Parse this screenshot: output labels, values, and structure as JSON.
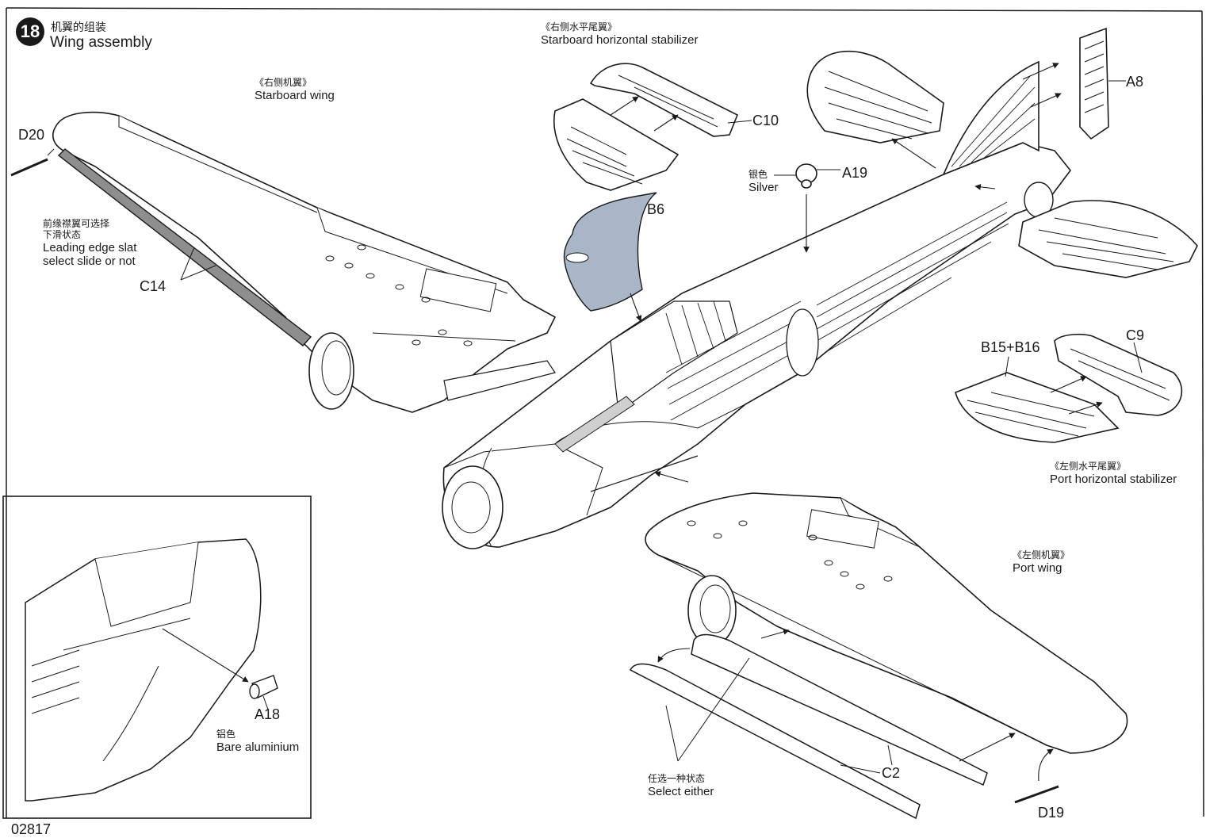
{
  "step": {
    "number": "18",
    "title_cn": "机翼的组装",
    "title_en": "Wing assembly"
  },
  "labels": {
    "starboard_stab": {
      "cn": "《右侧水平尾翼》",
      "en": "Starboard horizontal stabilizer"
    },
    "starboard_wing": {
      "cn": "《右侧机翼》",
      "en": "Starboard wing"
    },
    "leading_edge": {
      "cn1": "前缘襟翼可选择",
      "cn2": "下滑状态",
      "en1": "Leading edge slat",
      "en2": "select slide or not"
    },
    "silver": {
      "cn": "银色",
      "en": "Silver"
    },
    "port_stab": {
      "cn": "《左侧水平尾翼》",
      "en": "Port horizontal stabilizer"
    },
    "port_wing": {
      "cn": "《左侧机翼》",
      "en": "Port wing"
    },
    "bare_aluminium": {
      "cn": "铝色",
      "en": "Bare aluminium"
    },
    "select_either": {
      "cn": "任选一种状态",
      "en": "Select either"
    }
  },
  "parts": {
    "D20": "D20",
    "C14": "C14",
    "C10": "C10",
    "A8": "A8",
    "A19": "A19",
    "B6": "B6",
    "C9": "C9",
    "B15_B16": "B15+B16",
    "A18": "A18",
    "C2": "C2",
    "D19": "D19"
  },
  "page_number": "02817",
  "colors": {
    "line": "#1a1a1a",
    "highlight_part": "#a9b6c8",
    "slat_shade": "#8e8e8e"
  }
}
